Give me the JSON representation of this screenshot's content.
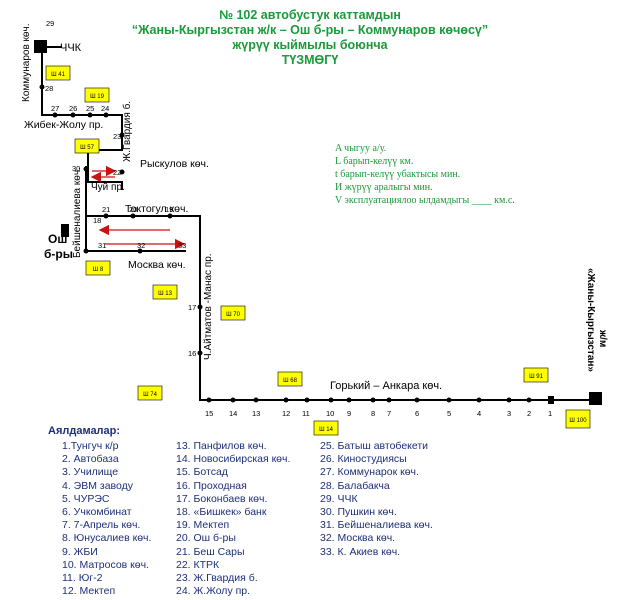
{
  "title": {
    "line1": "№ 102 автобустук каттамдын",
    "line2": "“Жаны-Кыргызстан ж/к – Ош б-ры – Коммунаров көчөсү”",
    "line3": "жүрүү кыймылы боюнча",
    "line4": "ТҮЗМӨГҮ"
  },
  "legend": [
    "A чыгуу       а/у.",
    "L барып-келүү        км.",
    "t барып-келүү убактысы        мин.",
    "И жүрүү аралыгы        мин.",
    "V эксплуатациялоо ылдамдыгы ____ км.с."
  ],
  "streets": {
    "kommunarov": "Коммунаров көч.",
    "chchk": "ЧЧК",
    "zhibek": "Жибек-Жолу пр.",
    "gvardiya": "Ж.Гвардия б.",
    "ryskulov": "Рыскулов көч.",
    "chuy": "Чуй пр.",
    "toktogul": "Токтогул көч.",
    "beishenalieva": "Бейшеналиева көч.",
    "osh1": "Ош",
    "osh2": "б-ры",
    "moskva": "Москва көч.",
    "aitmatov": "Ч.Айтматов -Манас пр.",
    "gorkiy": "Горький – Анкара көч.",
    "zhk": "ж/м",
    "zhany": "«Жаны-Кыргызстан»"
  },
  "badges": {
    "sh41": "Ш 41",
    "sh19": "Ш 19",
    "sh57": "Ш 57",
    "sh8": "Ш 8",
    "sh13": "Ш 13",
    "sh70": "Ш 70",
    "sh74": "Ш 74",
    "sh68": "Ш 68",
    "sh14": "Ш 14",
    "sh91": "Ш 91",
    "sh100": "Ш 100"
  },
  "stop_numbers": {
    "n29": "29",
    "n28": "28",
    "n27": "27",
    "n26": "26",
    "n25": "25",
    "n24": "24",
    "n23": "23",
    "n22": "22",
    "n30": "30",
    "n21": "21",
    "n20": "20",
    "n19": "19",
    "n18": "18",
    "n31": "31",
    "n32": "32",
    "n33": "33",
    "n17": "17",
    "n16": "16",
    "n15": "15",
    "n14": "14",
    "n13": "13",
    "n12": "12",
    "n11": "11",
    "n10": "10",
    "n9": "9",
    "n8": "8",
    "n7": "7",
    "n6": "6",
    "n5": "5",
    "n4": "4",
    "n3": "3",
    "n2": "2",
    "n1": "1"
  },
  "stops_heading": "Аялдамалар:",
  "stops_col1": [
    "1.Тунгуч к/р",
    "2. Автобаза",
    "3. Училище",
    "4.  ЭВМ заводу",
    "5. ЧУРЭС",
    "6. Учкомбинат",
    "7. 7-Апрель көч.",
    "8. Юнусалиев көч.",
    "9. ЖБИ",
    "10. Матросов көч.",
    "11. Юг-2",
    "12. Мектеп"
  ],
  "stops_col2": [
    "13. Панфилов көч.",
    "14. Новосибирская көч.",
    "15. Ботсад",
    "16. Проходная",
    "17. Боконбаев көч.",
    "18.  «Бишкек» банк",
    "19. Мектеп",
    "20. Ош б-ры",
    "21. Беш Сары",
    "22. КТРК",
    "23. Ж.Гвардия б.",
    "24. Ж.Жолу пр."
  ],
  "stops_col3": [
    "25. Батыш автобекети",
    "26. Киностудиясы",
    "27. Коммунарок көч.",
    "28. Балабакча",
    "29. ЧЧК",
    "30. Пушкин көч.",
    "31. Бейшеналиева көч.",
    "32. Москва көч.",
    "33. К. Акиев көч."
  ],
  "colors": {
    "title_green": "#1a9a3a",
    "legend_blue": "#1e2f7a",
    "badge_yellow": "#ffff00",
    "arrow_red": "#cc1111"
  }
}
